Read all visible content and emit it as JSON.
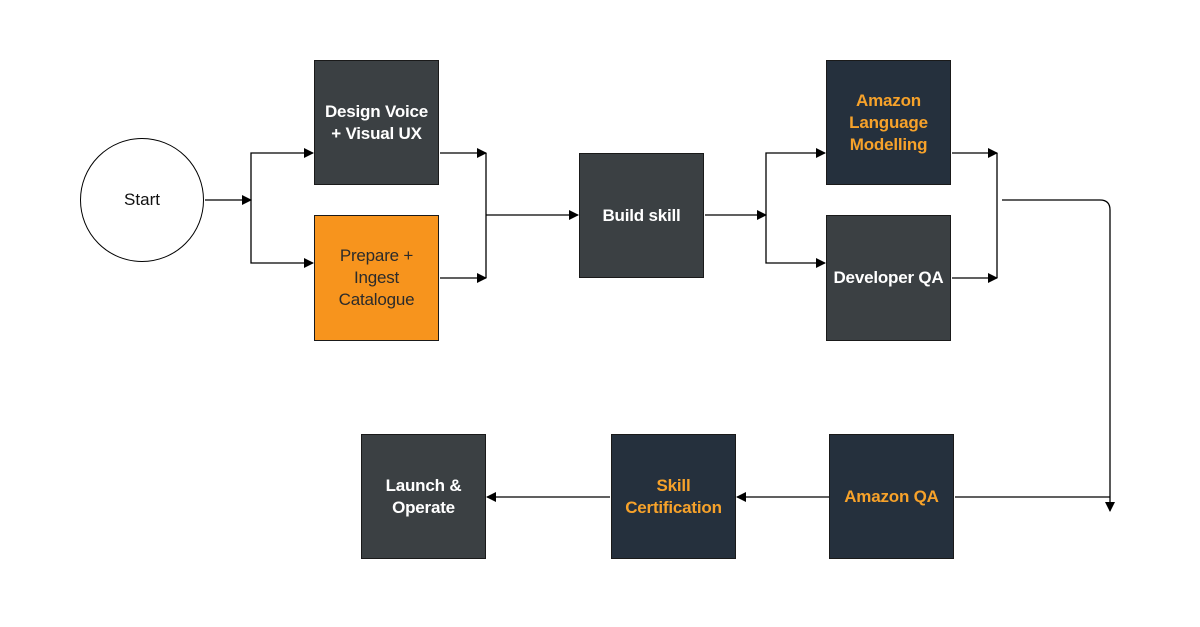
{
  "nodes": {
    "start": "Start",
    "design_voice": "Design Voice\n+ Visual UX",
    "prepare_ingest": "Prepare +\nIngest\nCatalogue",
    "build_skill": "Build skill",
    "amazon_language_modelling": "Amazon\nLanguage\nModelling",
    "developer_qa": "Developer QA",
    "amazon_qa": "Amazon QA",
    "skill_certification": "Skill\nCertification",
    "launch_operate": "Launch &\nOperate"
  },
  "colors": {
    "dark_grey": "#3b4043",
    "navy": "#25303d",
    "orange": "#f7941d",
    "accent_text_orange": "#f7a22a"
  }
}
